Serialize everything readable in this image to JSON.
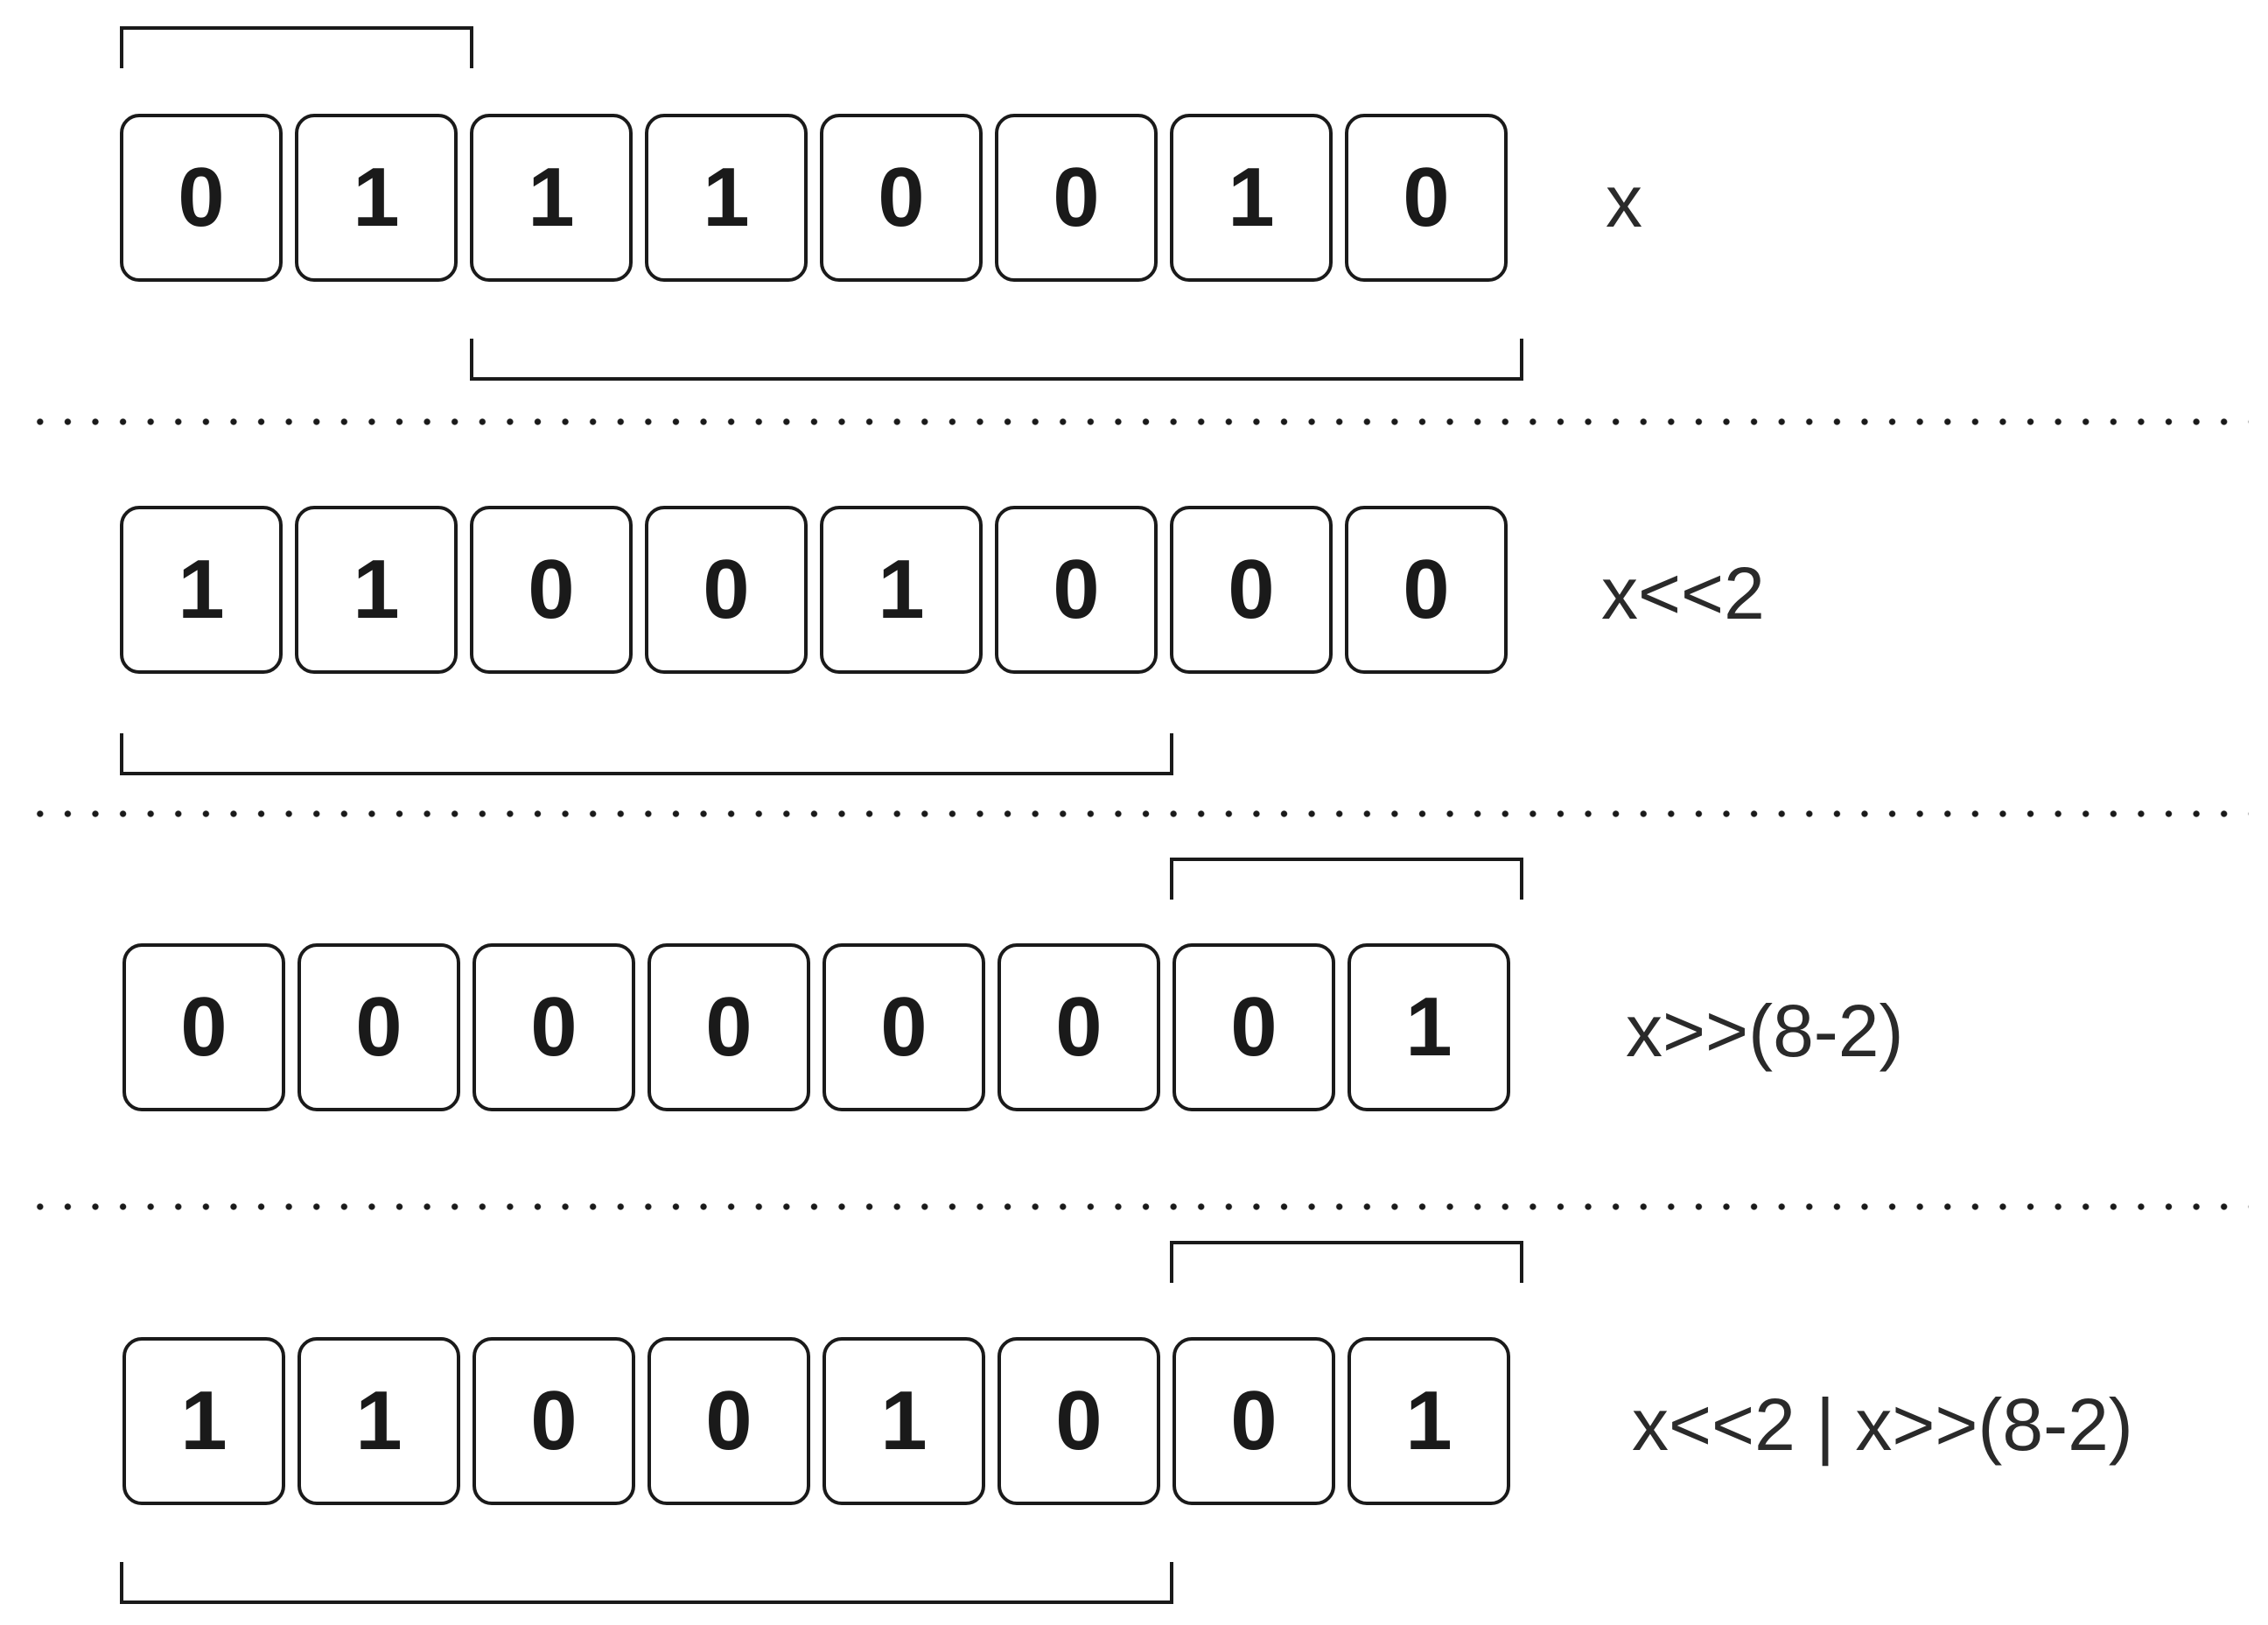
{
  "rows": [
    {
      "label": "x",
      "bits": [
        "0",
        "1",
        "1",
        "1",
        "0",
        "0",
        "1",
        "0"
      ]
    },
    {
      "label": "x<<2",
      "bits": [
        "1",
        "1",
        "0",
        "0",
        "1",
        "0",
        "0",
        "0"
      ]
    },
    {
      "label": "x>>(8-2)",
      "bits": [
        "0",
        "0",
        "0",
        "0",
        "0",
        "0",
        "0",
        "1"
      ]
    },
    {
      "label": "x<<2 | x>>(8-2)",
      "bits": [
        "1",
        "1",
        "0",
        "0",
        "1",
        "0",
        "0",
        "1"
      ]
    }
  ],
  "colors": {
    "stroke": "#1a1a1a",
    "text": "#1a1a1a",
    "label": "#2a2a2a",
    "background": "#ffffff"
  }
}
